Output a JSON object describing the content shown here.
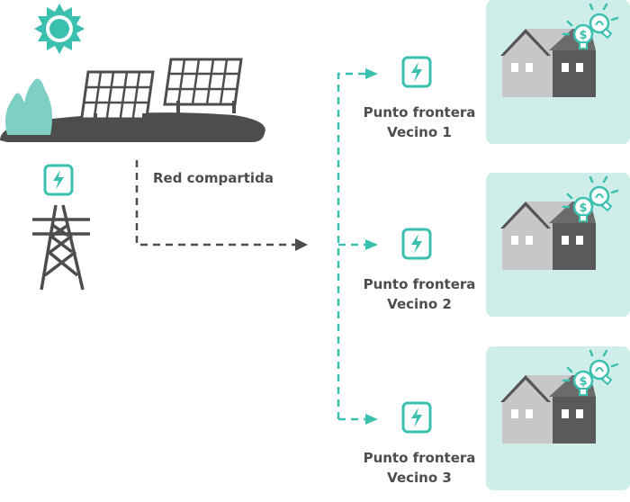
{
  "shared_grid_label": "Red compartida",
  "neighbors": [
    {
      "line1": "Punto frontera",
      "line2": "Vecino 1"
    },
    {
      "line1": "Punto frontera",
      "line2": "Vecino 2"
    },
    {
      "line1": "Punto frontera",
      "line2": "Vecino 3"
    }
  ],
  "colors": {
    "teal": "#3bbfae",
    "card": "#cfeee9",
    "gray_dark": "#4d4d4d",
    "gray_light": "#c7c7c7"
  },
  "icons": [
    "sun-icon",
    "solar-panel-icon",
    "tree-icon",
    "lightning-icon",
    "power-tower-icon",
    "house-icon",
    "lightbulb-icon",
    "dollar-icon"
  ]
}
